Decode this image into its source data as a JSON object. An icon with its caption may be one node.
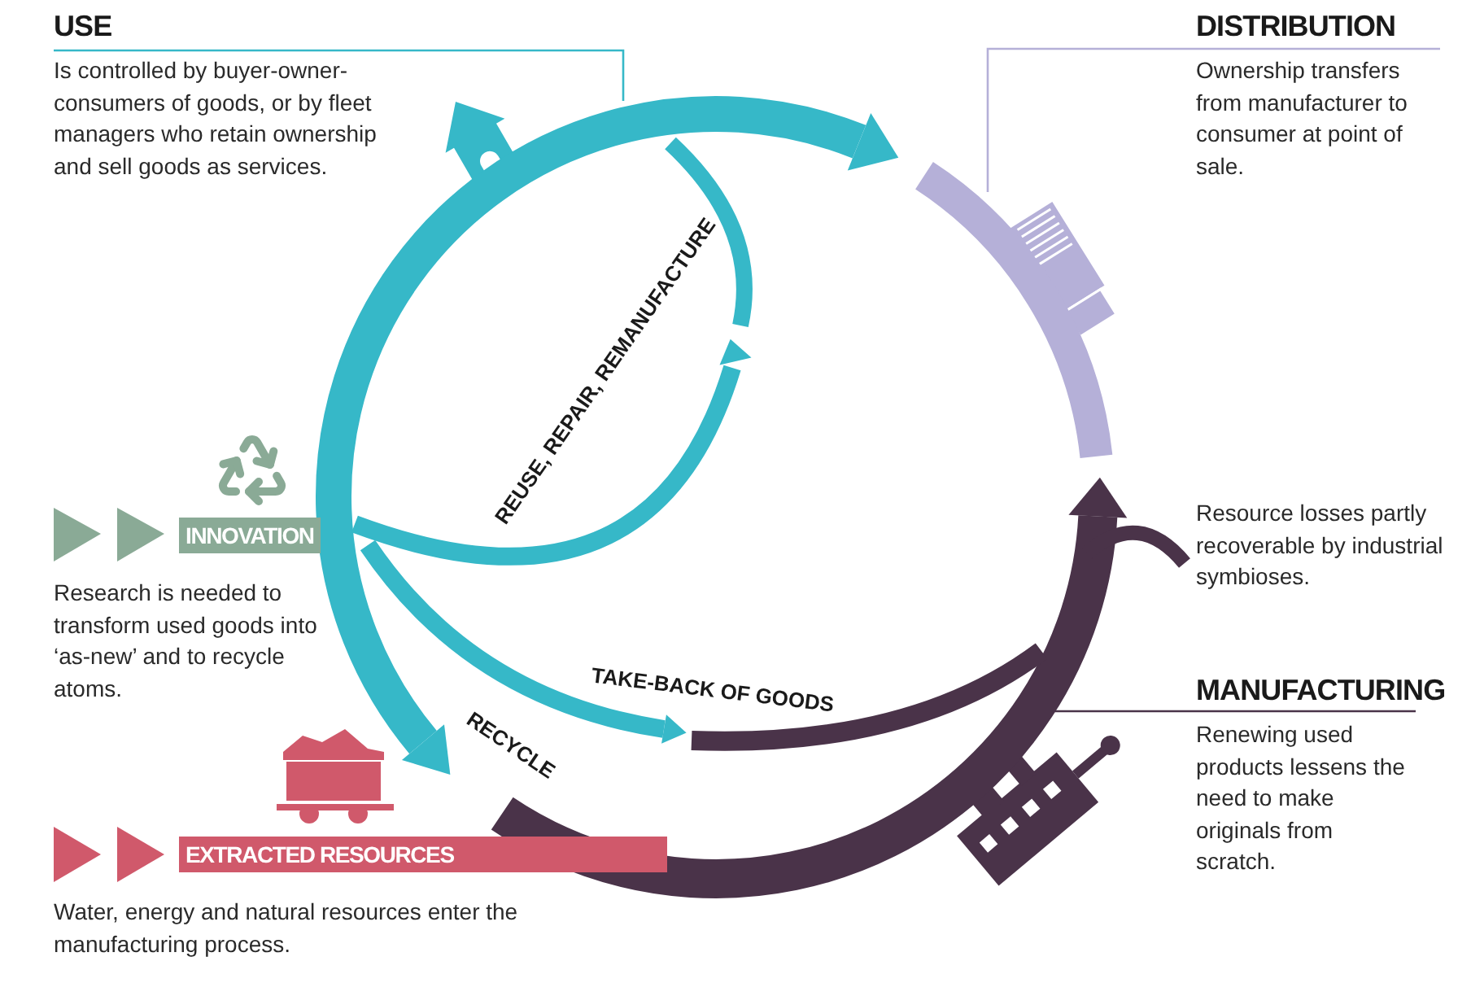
{
  "diagram": {
    "nodes": [
      {
        "text": [
          "USE",
          "Is controlled by buyer-owner-consumers of goods, or by fleet managers who retain ownership and sell goods as services."
        ]
      },
      {
        "text": [
          "DISTRIBUTION",
          "Ownership transfers from manufacturer to consumer at point of sale."
        ]
      },
      {
        "text": [],
        "shape": "picture"
      },
      {
        "text": [],
        "shape": "picture"
      },
      {
        "text": [
          "INNOVATION",
          "Research is needed to transform used goods into ‘as-new’ and to recycle atoms."
        ]
      },
      {
        "text": [
          "Resource losses partly recoverable by industrial symbioses."
        ]
      },
      {
        "text": [
          "MANUFACTURING",
          "Renewing used products lessens the need to make originals from scratch."
        ]
      },
      {
        "text": [],
        "shape": "picture"
      },
      {
        "text": [
          "EXTRACTED RESOURCES",
          "Water, energy and natural resources enter the manufacturing process."
        ]
      }
    ],
    "edges": [
      {
        "from": 0,
        "to": null,
        "arrow": "none",
        "color": "#36b8c8"
      },
      {
        "from": 1,
        "to": 3,
        "arrow": "none",
        "color": "#b5b0d8"
      },
      {
        "from": 6,
        "to": 7,
        "arrow": "none",
        "color": "#4a3349"
      }
    ],
    "labels": [
      "REUSE, REPAIR, REMANUFACTURE",
      "TAKE-BACK OF GOODS",
      "RECYCLE"
    ]
  }
}
